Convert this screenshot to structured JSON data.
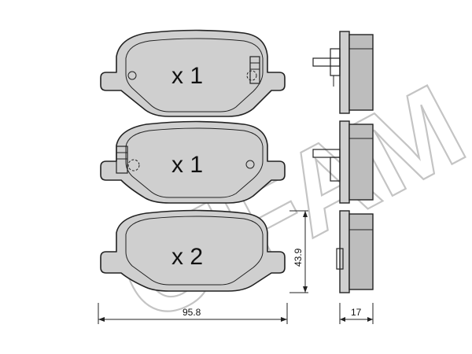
{
  "drawing": {
    "pads": [
      {
        "name": "pad-1",
        "quantity_label": "x 1"
      },
      {
        "name": "pad-2",
        "quantity_label": "x 1"
      },
      {
        "name": "pad-3",
        "quantity_label": "x 2"
      }
    ],
    "dimensions": {
      "width": "95.8",
      "height": "43.9",
      "thickness": "17"
    },
    "watermark": "CIFAM",
    "colors": {
      "pad_fill": "#cfcfcf",
      "side_fill": "#bdbdbd",
      "outline": "#222222",
      "watermark": "#c4c4c4"
    }
  }
}
